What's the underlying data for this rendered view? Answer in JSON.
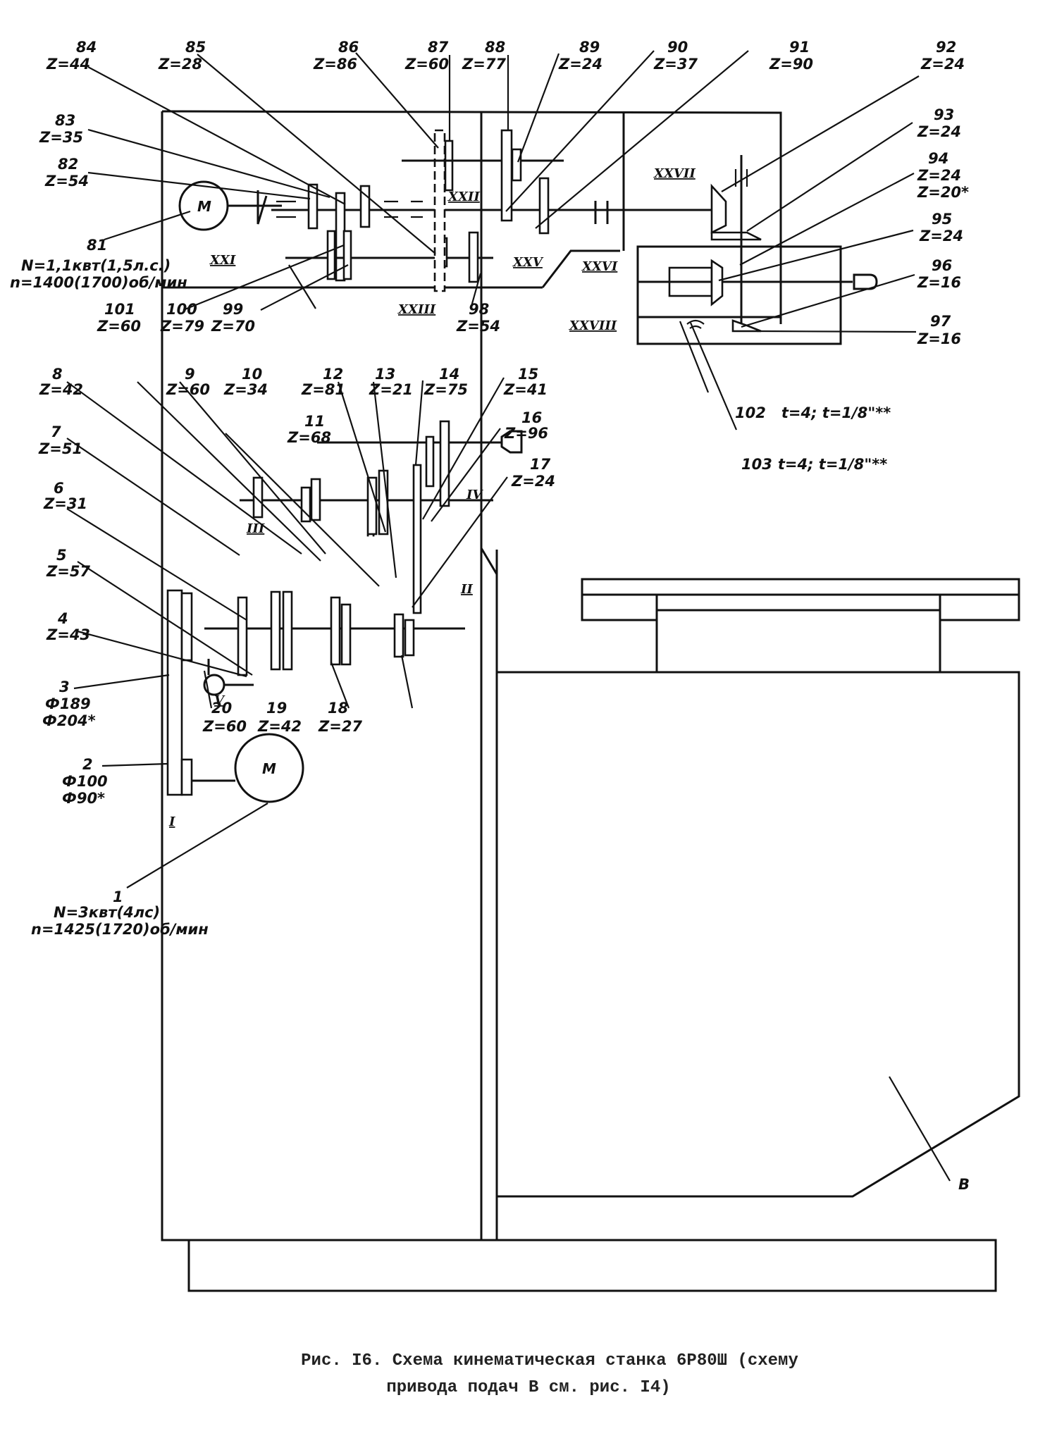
{
  "figure": {
    "caption_line1": "Рис. I6. Схема кинематическая станка 6Р80Ш (схему",
    "caption_line2": "привода подач В см. рис. I4)"
  },
  "motors": {
    "feed_motor": {
      "symbol": "M",
      "ref": "81",
      "power": "N=1,1квт(1,5л.с.)",
      "speed": "n=1400(1700)об/мин"
    },
    "main_motor": {
      "symbol": "M",
      "ref": "1",
      "power": "N=3квт(4лс)",
      "speed": "n=1425(1720)об/мин"
    }
  },
  "top_labels": [
    {
      "num": "84",
      "val": "Z=44"
    },
    {
      "num": "85",
      "val": "Z=28"
    },
    {
      "num": "86",
      "val": "Z=86"
    },
    {
      "num": "87",
      "val": "Z=60"
    },
    {
      "num": "88",
      "val": "Z=77"
    },
    {
      "num": "89",
      "val": "Z=24"
    },
    {
      "num": "90",
      "val": "Z=37"
    },
    {
      "num": "91",
      "val": "Z=90"
    },
    {
      "num": "92",
      "val": "Z=24"
    },
    {
      "num": "93",
      "val": "Z=24"
    },
    {
      "num": "94",
      "val": "Z=24",
      "val2": "Z=20*"
    },
    {
      "num": "95",
      "val": "Z=24"
    },
    {
      "num": "96",
      "val": "Z=16"
    },
    {
      "num": "97",
      "val": "Z=16"
    },
    {
      "num": "83",
      "val": "Z=35"
    },
    {
      "num": "82",
      "val": "Z=54"
    }
  ],
  "feed_bottom_labels": [
    {
      "num": "101",
      "val": "Z=60"
    },
    {
      "num": "100",
      "val": "Z=79"
    },
    {
      "num": "99",
      "val": "Z=70"
    },
    {
      "num": "98",
      "val": "Z=54"
    }
  ],
  "screw_labels": [
    {
      "num": "102",
      "val": "t=4; t=1/8\"**"
    },
    {
      "num": "103",
      "val": "t=4; t=1/8\"**"
    }
  ],
  "main_labels": [
    {
      "num": "8",
      "val": "Z=42"
    },
    {
      "num": "9",
      "val": "Z=60"
    },
    {
      "num": "10",
      "val": "Z=34"
    },
    {
      "num": "11",
      "val": "Z=68"
    },
    {
      "num": "12",
      "val": "Z=81"
    },
    {
      "num": "13",
      "val": "Z=21"
    },
    {
      "num": "14",
      "val": "Z=75"
    },
    {
      "num": "15",
      "val": "Z=41"
    },
    {
      "num": "16",
      "val": "Z=96"
    },
    {
      "num": "17",
      "val": "Z=24"
    },
    {
      "num": "7",
      "val": "Z=51"
    },
    {
      "num": "6",
      "val": "Z=31"
    },
    {
      "num": "5",
      "val": "Z=57"
    },
    {
      "num": "4",
      "val": "Z=43"
    },
    {
      "num": "3",
      "val": "Ф189",
      "val2": "Ф204*"
    },
    {
      "num": "2",
      "val": "Ф100",
      "val2": "Ф90*"
    },
    {
      "num": "20",
      "val": "Z=60"
    },
    {
      "num": "19",
      "val": "Z=42"
    },
    {
      "num": "18",
      "val": "Z=27"
    }
  ],
  "shafts": {
    "I": "I",
    "II": "II",
    "III": "III",
    "IV": "IV",
    "V": "V",
    "XXI": "XXI",
    "XXII": "XXII",
    "XXIII": "XXIII",
    "XXV": "XXV",
    "XXVI": "XXVI",
    "XXVII": "XXVII",
    "XXVIII": "XXVIII"
  },
  "feed_drive_marker": "В"
}
